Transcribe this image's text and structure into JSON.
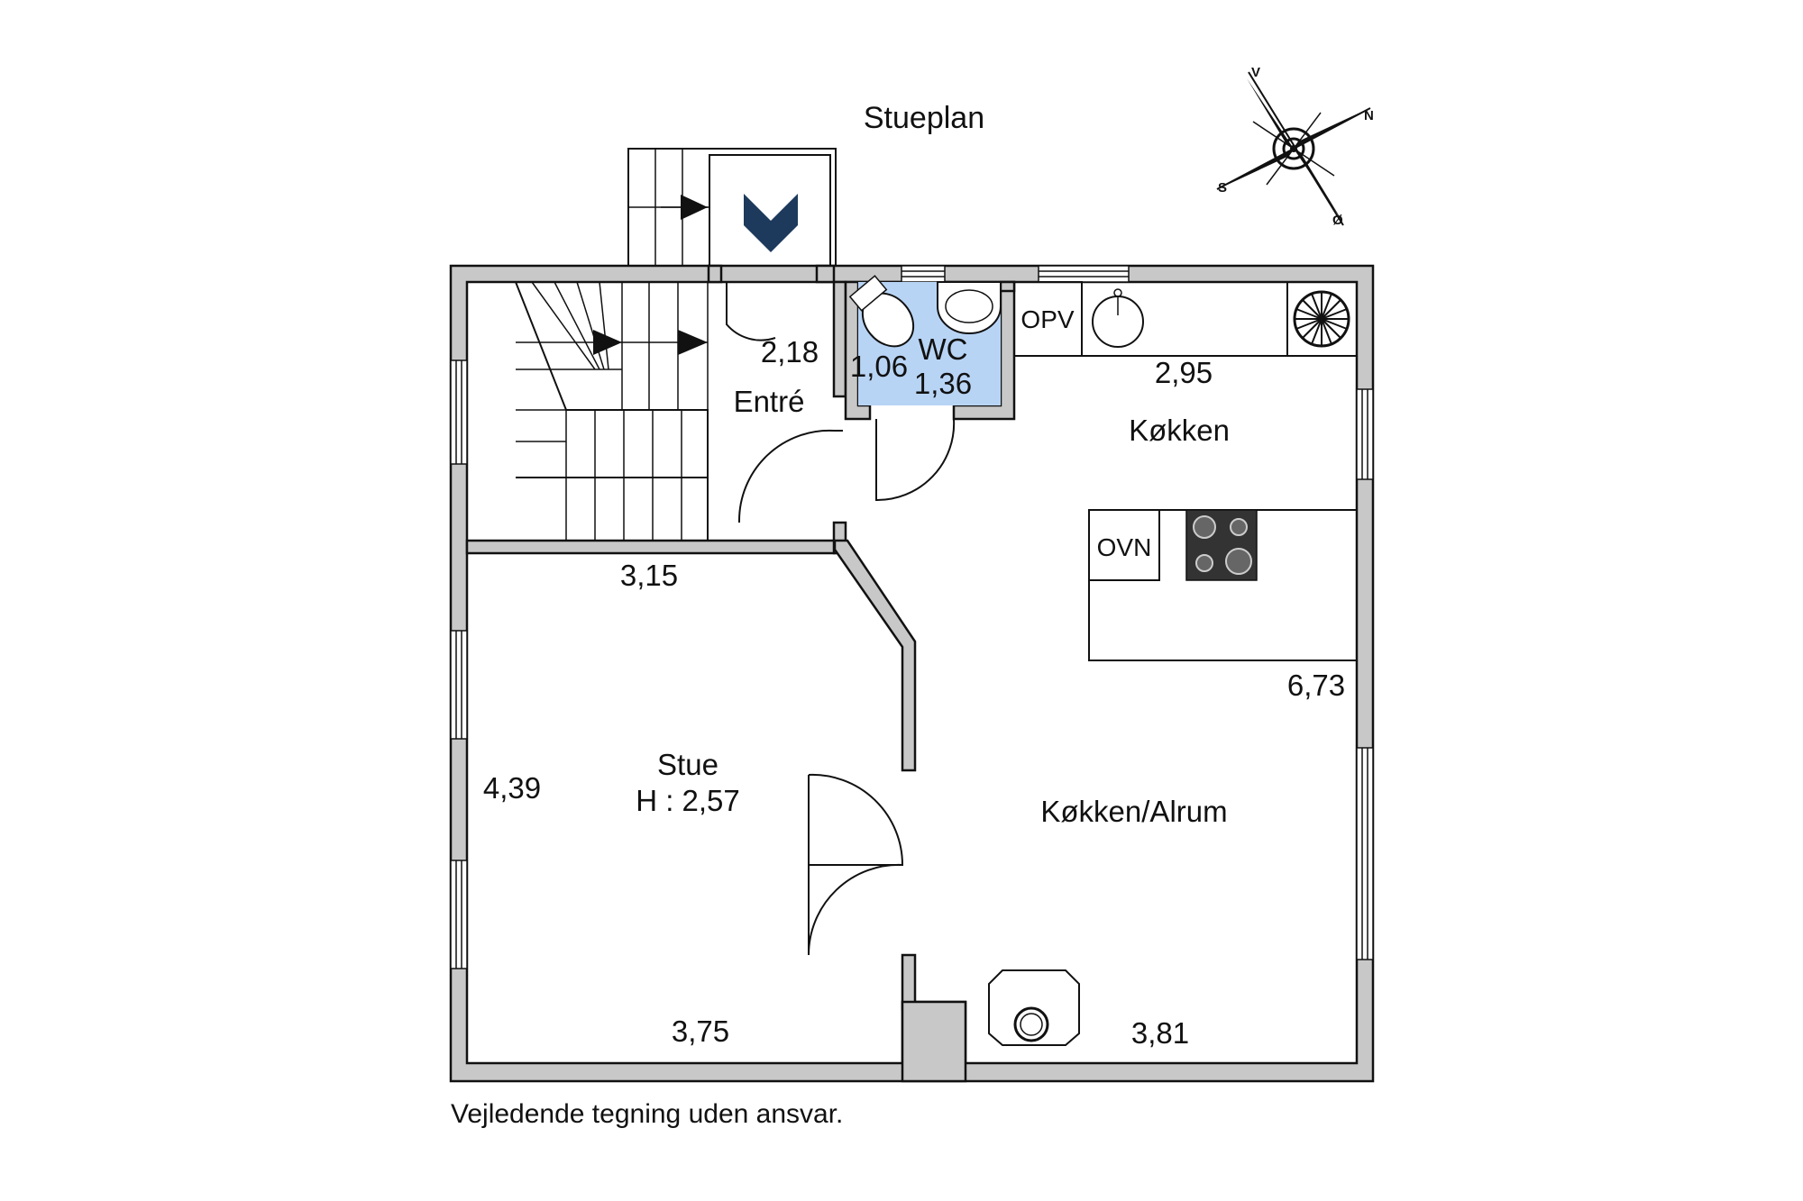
{
  "title": "Stueplan",
  "disclaimer": "Vejledende tegning uden ansvar.",
  "compass": {
    "north": "N",
    "south": "S",
    "east": "Ø",
    "west": "V"
  },
  "rooms": {
    "entre": {
      "name": "Entré",
      "dim": "2,18"
    },
    "wc": {
      "name": "WC",
      "dim_a": "1,06",
      "dim_b": "1,36",
      "color": "#b8d4f5"
    },
    "kokken": {
      "name": "Køkken",
      "dim": "2,95"
    },
    "alrum": {
      "name": "Køkken/Alrum",
      "dim_a": "6,73",
      "dim_b": "3,81"
    },
    "stue": {
      "name": "Stue",
      "height": "H : 2,57",
      "dim_a": "4,39",
      "dim_b": "3,75"
    },
    "trappe": {
      "dim": "3,15"
    }
  },
  "fixtures": {
    "dishwasher": "OPV",
    "oven": "OVN"
  },
  "colors": {
    "entrance_marker": "#1d3a5c",
    "wall": "#c8c8c8"
  }
}
